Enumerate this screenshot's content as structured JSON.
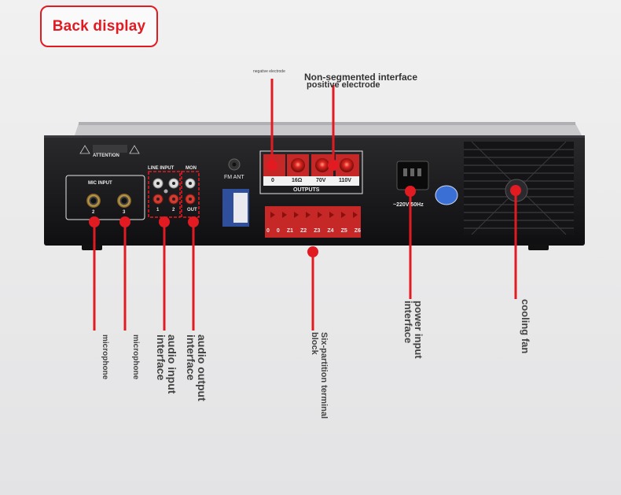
{
  "badge": {
    "title": "Back display"
  },
  "panel": {
    "attention": "ATTENTION",
    "mic_input": "MIC INPUT",
    "mic_ch2": "2",
    "mic_ch3": "3",
    "line_input": "LINE INPUT",
    "mon": "MON",
    "line_ch1": "1",
    "line_ch2": "2",
    "out": "OUT",
    "fm_ant": "FM ANT",
    "outputs": "OUTPUTS",
    "output_values": [
      "0",
      "16Ω",
      "70V",
      "110V"
    ],
    "zones": [
      "0",
      "0",
      "Z1",
      "Z2",
      "Z3",
      "Z4",
      "Z5",
      "Z6"
    ],
    "power_spec": "~220V 50Hz"
  },
  "callouts": {
    "negative_electrode": "negative electrode",
    "non_segmented": "Non-segmented interface",
    "positive_electrode": "positive electrode",
    "microphone_1": "microphone",
    "microphone_2": "microphone",
    "audio_input": "audio input interface",
    "audio_output": "audio output interface",
    "six_partition": "Six-partition terminal block",
    "power_input": "power input interface",
    "cooling_fan": "cooling fan"
  },
  "colors": {
    "accent": "#e21b23",
    "chassis": "#1b1b1d",
    "terminal": "#c62828"
  }
}
